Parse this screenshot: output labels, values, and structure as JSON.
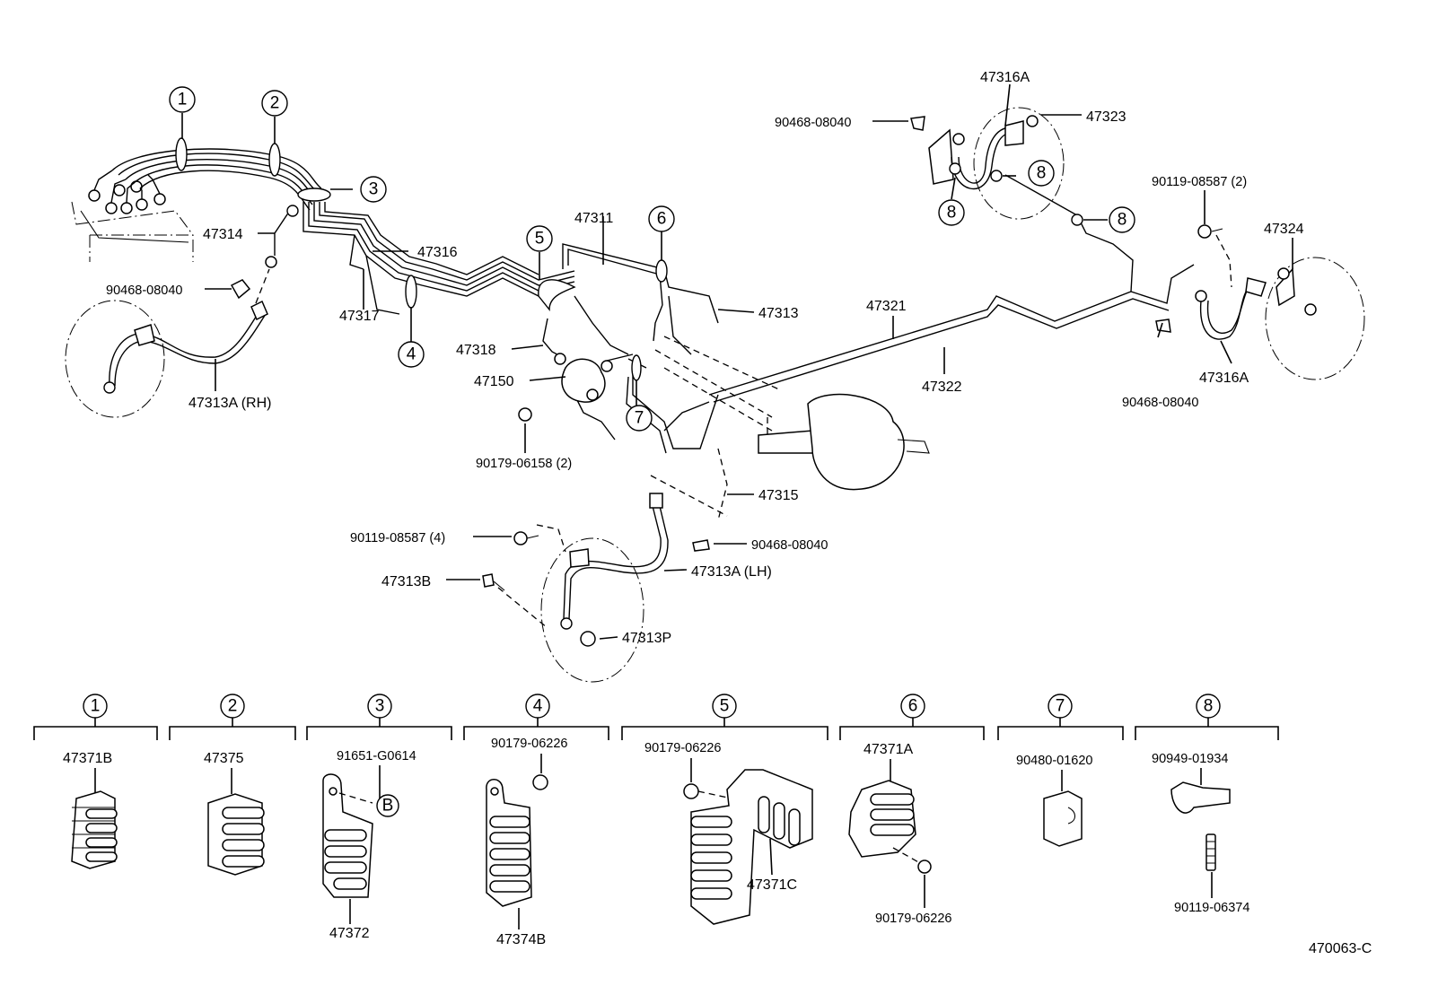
{
  "diagram_code": "470063-C",
  "callout_numbers": [
    "1",
    "2",
    "3",
    "4",
    "5",
    "6",
    "7",
    "8"
  ],
  "callout_letter_b": "B",
  "labels": {
    "l47314": "47314",
    "l47316": "47316",
    "l47317": "47317",
    "l47318": "47318",
    "l47150": "47150",
    "l47311": "47311",
    "l47313": "47313",
    "l47315": "47315",
    "l47321": "47321",
    "l47322": "47322",
    "l47323": "47323",
    "l47324": "47324",
    "l47316a_top": "47316A",
    "l47316a_right": "47316A",
    "l47313a_rh": "47313A (RH)",
    "l47313a_lh": "47313A (LH)",
    "l47313b": "47313B",
    "l47313p": "47313P",
    "l90468_left": "90468-08040",
    "l90468_top": "90468-08040",
    "l90468_mid": "90468-08040",
    "l90468_right": "90468-08040",
    "l90119_right": "90119-08587 (2)",
    "l90119_left": "90119-08587 (4)",
    "l90179_06158": "90179-06158 (2)"
  },
  "clamp_groups": [
    {
      "number": "1",
      "parts": [
        "47371B"
      ]
    },
    {
      "number": "2",
      "parts": [
        "47375"
      ]
    },
    {
      "number": "3",
      "parts": [
        "91651-G0614",
        "47372"
      ]
    },
    {
      "number": "4",
      "parts": [
        "90179-06226",
        "47374B"
      ]
    },
    {
      "number": "5",
      "parts": [
        "90179-06226",
        "47371C"
      ]
    },
    {
      "number": "6",
      "parts": [
        "47371A",
        "90179-06226"
      ]
    },
    {
      "number": "7",
      "parts": [
        "90480-01620"
      ]
    },
    {
      "number": "8",
      "parts": [
        "90949-01934",
        "90119-06374"
      ]
    }
  ]
}
